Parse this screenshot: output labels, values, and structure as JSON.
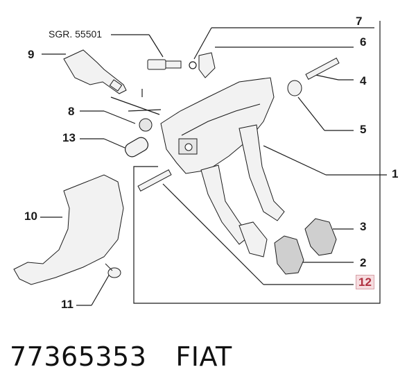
{
  "diagram": {
    "supplier_ref": "SGR. 55501",
    "callouts": [
      "1",
      "2",
      "3",
      "4",
      "5",
      "6",
      "7",
      "8",
      "9",
      "10",
      "11",
      "12",
      "13"
    ],
    "highlighted_callout": "12",
    "colors": {
      "line": "#1a1a1a",
      "highlight_fill": "#f6dde0",
      "highlight_text": "#b0303f",
      "part_fill": "#f2f2f2"
    }
  },
  "footer": {
    "part_number": "77365353",
    "brand": "FIAT"
  }
}
